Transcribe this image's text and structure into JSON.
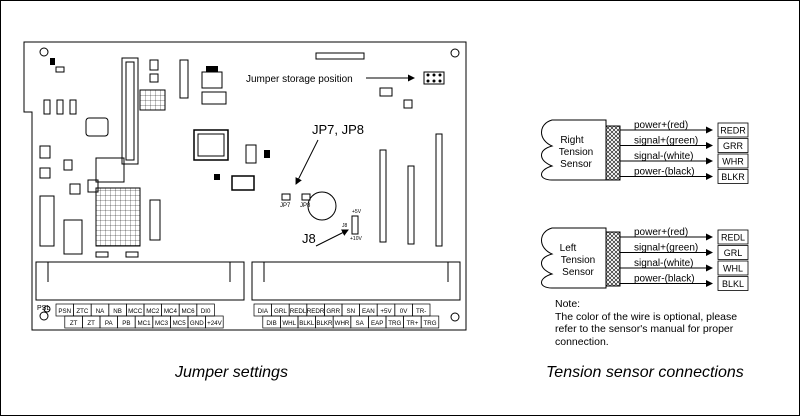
{
  "board": {
    "jumper_storage_label": "Jumper storage position",
    "jp78_label": "JP7, JP8",
    "j8_label": "J8",
    "jp7": "JP7",
    "jp8": "JP8",
    "j8_small": "J8",
    "plus5v": "+5V",
    "plus10v": "+10V",
    "terminals_left_top": [
      "PSN",
      "ZTC",
      "NA",
      "NB",
      "MCC",
      "MC2",
      "MC4",
      "MC6",
      "DI0"
    ],
    "terminals_left_bottom": [
      "ZT",
      "ZT",
      "PA",
      "PB",
      "MC1",
      "MC3",
      "MC5",
      "GND",
      "+24V"
    ],
    "terminals_right_top": [
      "DIA",
      "GRL",
      "REDL",
      "REDR",
      "GRR",
      "SN",
      "EAN",
      "+5V",
      "0V",
      "TR-"
    ],
    "terminals_right_bottom": [
      "DIB",
      "WHL",
      "BLKL",
      "BLKR",
      "WHR",
      "SA",
      "EAP",
      "TRG",
      "TR+",
      "TRG"
    ],
    "ps_label": "PSL"
  },
  "right_sensor": {
    "label_lines": [
      "Right",
      "Tension",
      "Sensor"
    ],
    "wires": [
      "power+(red)",
      "signal+(green)",
      "signal-(white)",
      "power-(black)"
    ],
    "terminals": [
      "REDR",
      "GRR",
      "WHR",
      "BLKR"
    ]
  },
  "left_sensor": {
    "label_lines": [
      "Left",
      "Tension",
      "Sensor"
    ],
    "wires": [
      "power+(red)",
      "signal+(green)",
      "signal-(white)",
      "power-(black)"
    ],
    "terminals": [
      "REDL",
      "GRL",
      "WHL",
      "BLKL"
    ]
  },
  "note": {
    "title": "Note:",
    "lines": [
      "The color of the wire is optional, please",
      "refer to the sensor's manual for proper",
      "connection."
    ]
  },
  "captions": {
    "left": "Jumper settings",
    "right": "Tension sensor connections"
  }
}
